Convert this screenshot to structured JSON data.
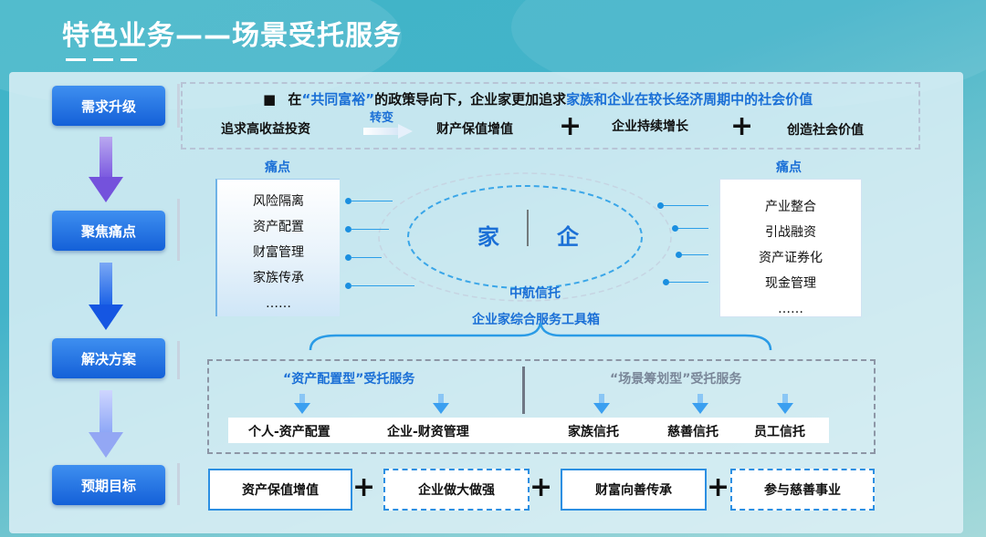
{
  "title": "特色业务——场景受托服务",
  "steps": [
    "需求升级",
    "聚焦痛点",
    "解决方案",
    "预期目标"
  ],
  "demand": {
    "bullet": "■",
    "line_prefix": "在",
    "line_quote": "“共同富裕”",
    "line_mid": "的政策导向下，企业家更加追求",
    "line_highlight": "家族和企业在较长经济周期中的社会价值",
    "from": "追求高收益投资",
    "transform": "转变",
    "goals": [
      "财产保值增值",
      "企业持续增长",
      "创造社会价值"
    ],
    "plus": "+"
  },
  "pain_points": {
    "left_title": "痛点",
    "left_items": [
      "风险隔离",
      "资产配置",
      "财富管理",
      "家族传承",
      "……"
    ],
    "right_title": "痛点",
    "right_items": [
      "产业整合",
      "引战融资",
      "资产证券化",
      "现金管理",
      "……"
    ],
    "center_left": "家",
    "center_right": "企",
    "toolbox_line1": "中航信托",
    "toolbox_line2": "企业家综合服务工具箱"
  },
  "solutions": {
    "left_title": "“资产配置型”受托服务",
    "left_items": [
      "个人-资产配置",
      "企业-财资管理"
    ],
    "right_title": "“场景筹划型”受托服务",
    "right_items": [
      "家族信托",
      "慈善信托",
      "员工信托"
    ]
  },
  "targets": [
    "资产保值增值",
    "企业做大做强",
    "财富向善传承",
    "参与慈善事业"
  ],
  "colors": {
    "accent": "#1a6fd6",
    "step": "#1e6ee0",
    "dash": "#b8c4d6"
  }
}
